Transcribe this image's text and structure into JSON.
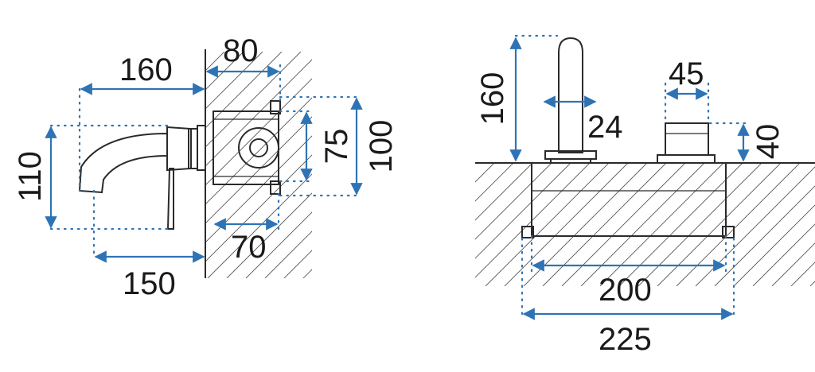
{
  "side_view": {
    "dim_wall_to_spout": "160",
    "dim_box_depth": "80",
    "dim_spout_height": "110",
    "dim_plate_height_inner": "75",
    "dim_plate_height_outer": "100",
    "dim_box_inner_depth": "70",
    "dim_spout_reach": "150"
  },
  "front_view": {
    "dim_spout_height": "160",
    "dim_handle_width": "45",
    "dim_spout_diameter": "24",
    "dim_handle_height": "40",
    "dim_box_width_inner": "200",
    "dim_box_width_outer": "225"
  },
  "colors": {
    "dimension": "#2e74b5",
    "outline": "#2a2a2a"
  }
}
